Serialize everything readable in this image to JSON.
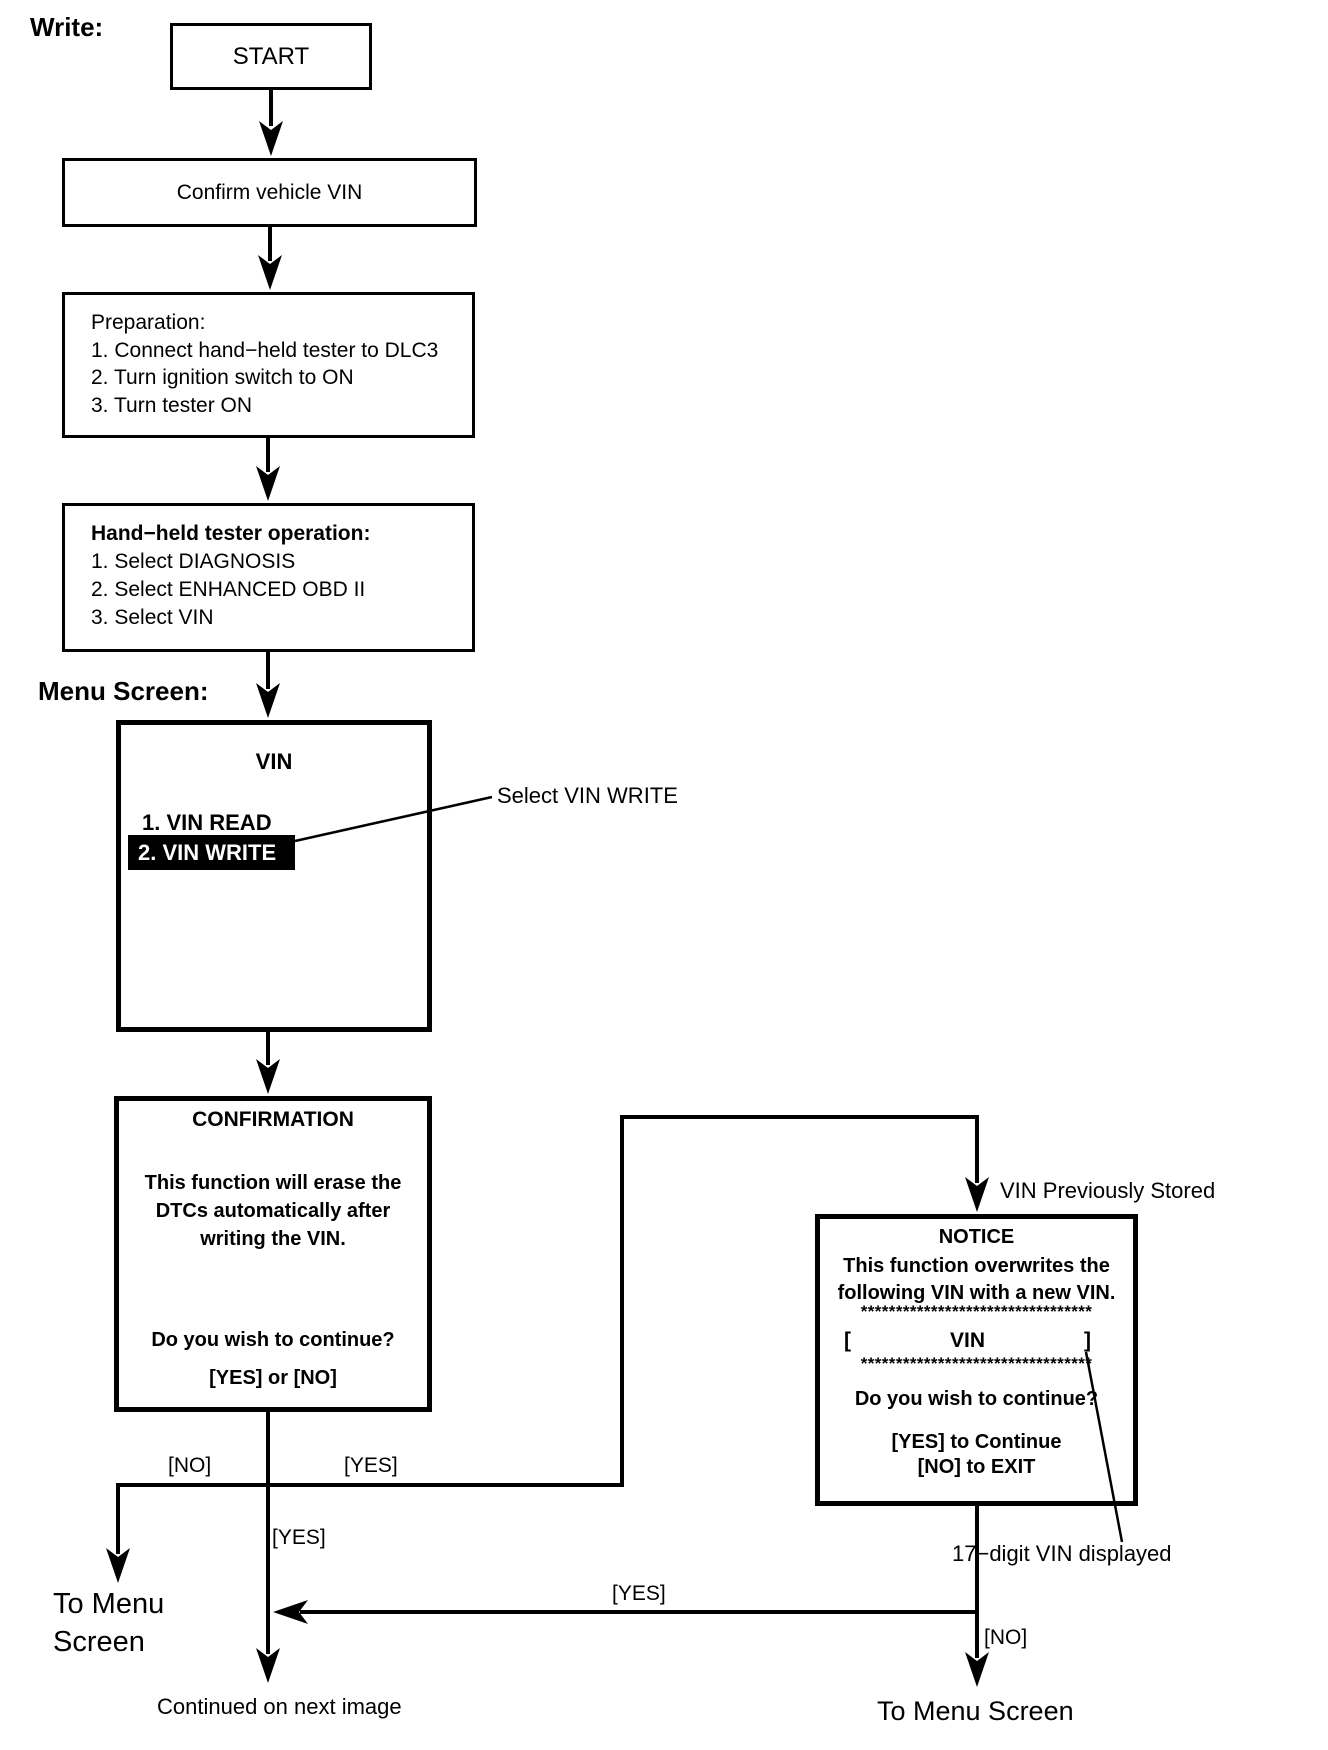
{
  "title_label": "Write:",
  "menu_screen_label": "Menu Screen:",
  "nodes": {
    "start": "START",
    "confirm_vin": "Confirm vehicle VIN",
    "preparation": {
      "title": "Preparation:",
      "items": [
        "1. Connect hand−held tester to DLC3",
        "2. Turn ignition switch to ON",
        "3. Turn tester ON"
      ]
    },
    "tester_operation": {
      "title": "Hand−held tester operation:",
      "items": [
        "1. Select DIAGNOSIS",
        "2. Select ENHANCED OBD II",
        "3. Select VIN"
      ]
    },
    "vin_menu": {
      "title": "VIN",
      "item_read": "1. VIN READ",
      "item_write": "2. VIN WRITE"
    },
    "confirmation": {
      "title": "CONFIRMATION",
      "body": [
        "This function will erase the",
        "DTCs automatically after",
        "writing the VIN."
      ],
      "question": "Do you wish to continue?",
      "options": "[YES] or [NO]"
    },
    "notice": {
      "title": "NOTICE",
      "body": [
        "This function overwrites the",
        "following VIN with a new VIN."
      ],
      "stars": "*********************************",
      "vin_row": {
        "open": "[",
        "label": "VIN",
        "close": "]"
      },
      "question": "Do you wish to continue?",
      "yes_line": "[YES] to Continue",
      "no_line": "[NO] to EXIT"
    }
  },
  "annotations": {
    "select_vin_write": "Select VIN WRITE",
    "vin_previously_stored": "VIN Previously Stored",
    "vin_digits": "17−digit VIN displayed"
  },
  "branch_labels": {
    "confirmation_no": "[NO]",
    "confirmation_yes_right": "[YES]",
    "confirmation_yes_down": "[YES]",
    "notice_yes": "[YES]",
    "notice_no": "[NO]"
  },
  "terminals": {
    "to_menu_left_line1": "To Menu",
    "to_menu_left_line2": "Screen",
    "continued": "Continued on next image",
    "to_menu_right": "To Menu Screen"
  },
  "colors": {
    "ink": "#000000",
    "paper": "#ffffff",
    "highlight_bg": "#000000",
    "highlight_text": "#ffffff"
  }
}
